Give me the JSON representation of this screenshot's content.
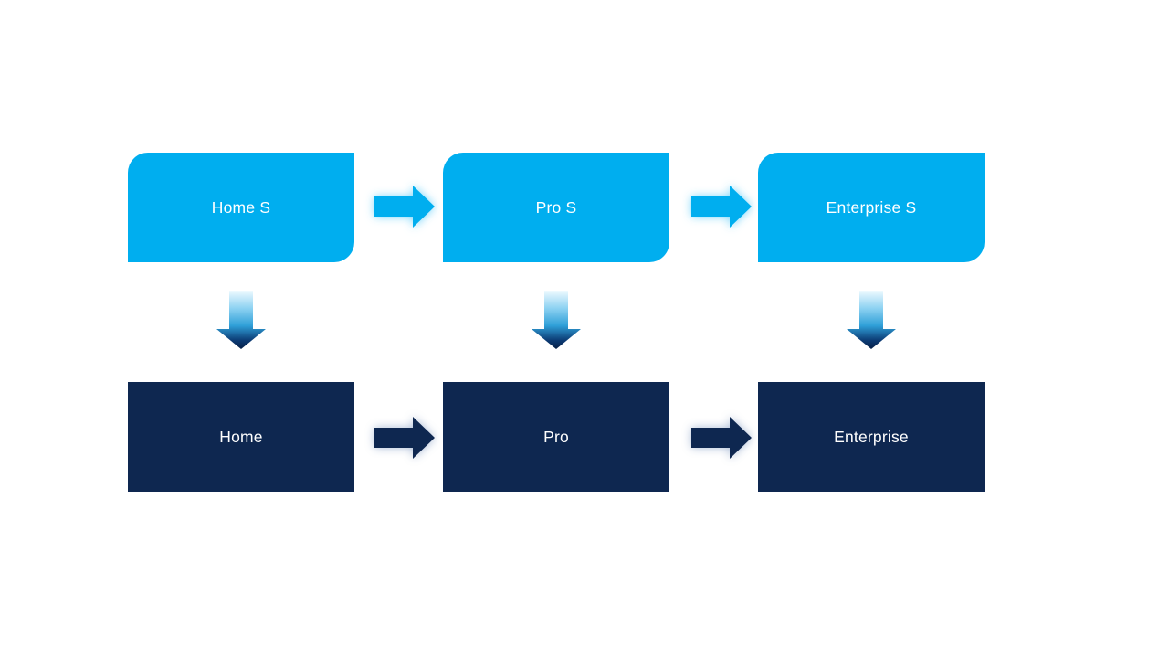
{
  "diagram": {
    "top_row": [
      {
        "label": "Home S"
      },
      {
        "label": "Pro S"
      },
      {
        "label": "Enterprise S"
      }
    ],
    "bottom_row": [
      {
        "label": "Home"
      },
      {
        "label": "Pro"
      },
      {
        "label": "Enterprise"
      }
    ],
    "connectors": {
      "top_horizontal_icon": "right-arrow-icon",
      "bottom_horizontal_icon": "right-arrow-icon",
      "vertical_icon": "down-arrow-icon"
    },
    "colors": {
      "light_blue": "#00AEEF",
      "dark_navy": "#0E2750",
      "label_text": "#FFFFFF",
      "down_arrow_gradient_top": "#EAF7FE",
      "down_arrow_gradient_mid": "#2F9FD8",
      "down_arrow_gradient_bottom": "#071F46"
    }
  }
}
